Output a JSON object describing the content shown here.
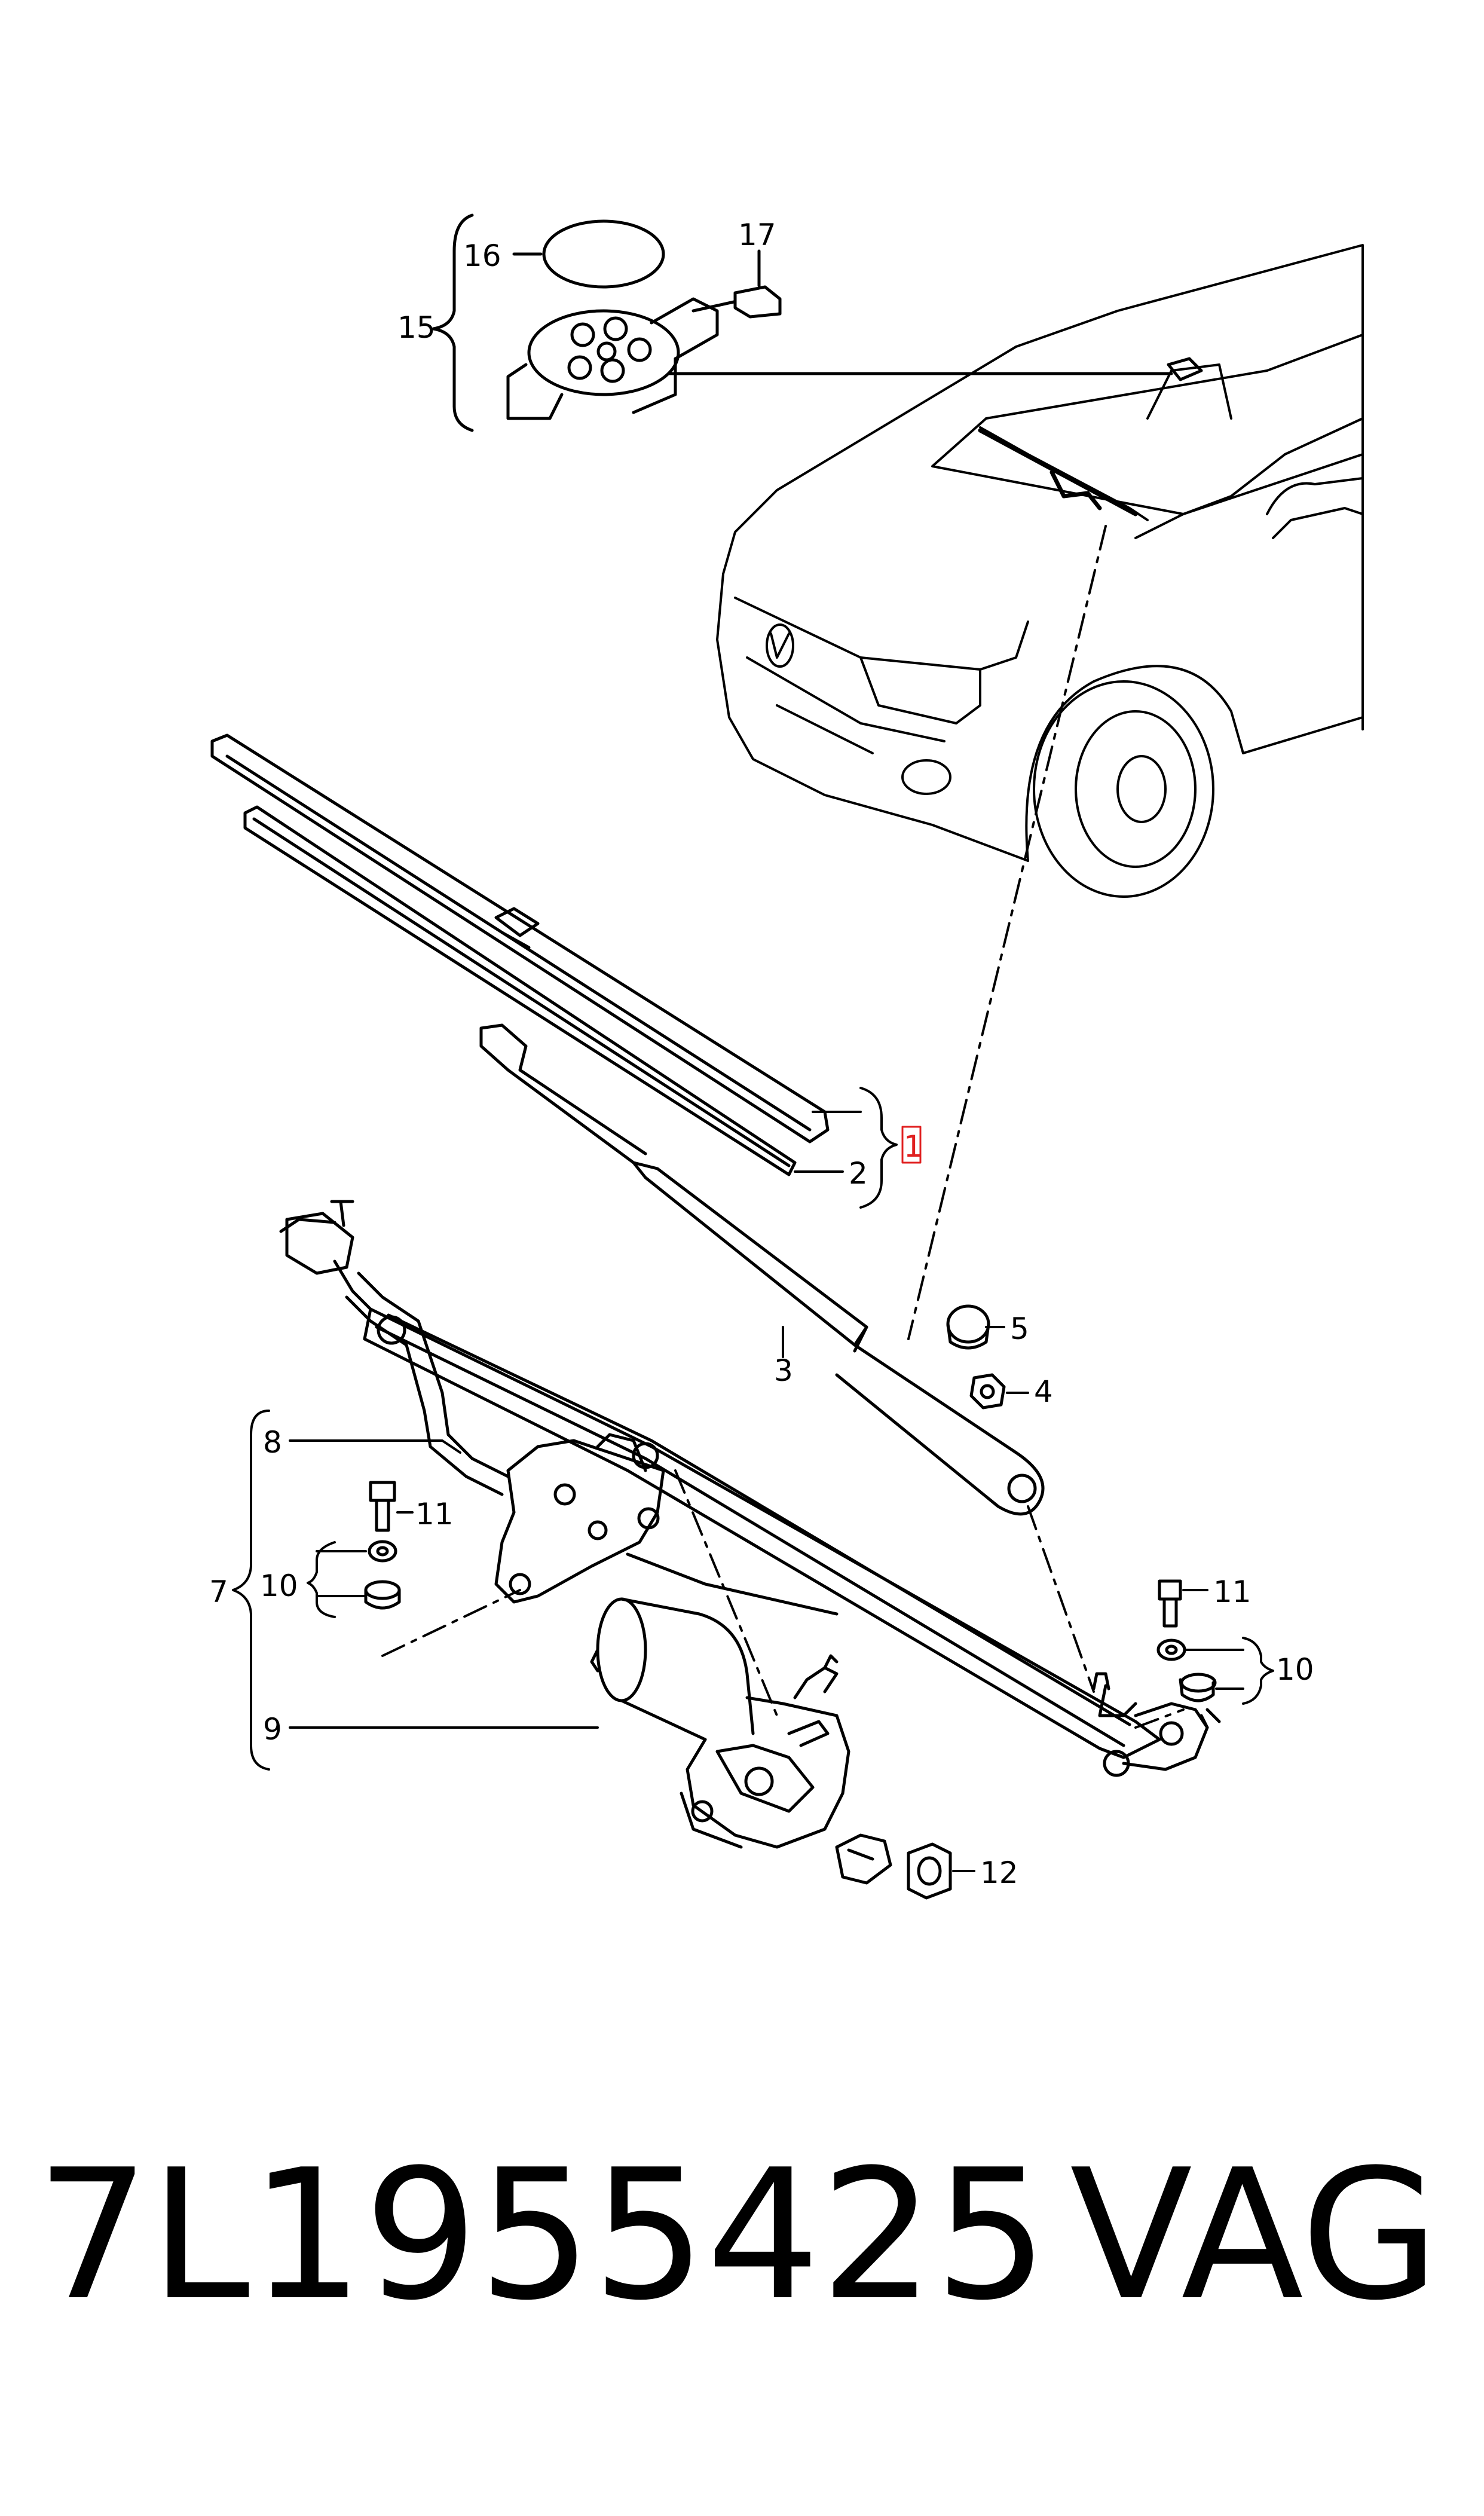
{
  "callouts": {
    "c1": "1",
    "c2": "2",
    "c3": "3",
    "c4": "4",
    "c5": "5",
    "c7": "7",
    "c8": "8",
    "c9": "9",
    "c10": "10",
    "c10b": "10",
    "c11": "11",
    "c11b": "11",
    "c12": "12",
    "c15": "15",
    "c16": "16",
    "c17": "17"
  },
  "highlight_color": "#e02020",
  "footer": {
    "part_number": "7L1955425",
    "brand": "VAG"
  }
}
